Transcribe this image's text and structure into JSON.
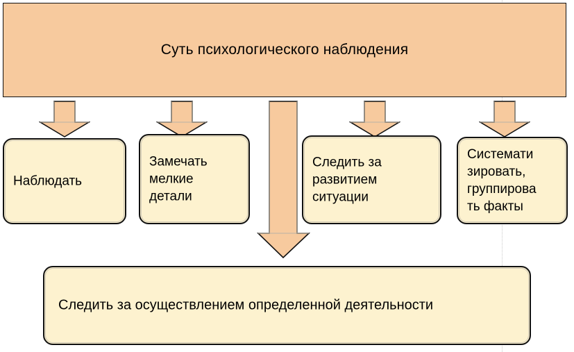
{
  "diagram": {
    "title": "Суть психологического наблюдения",
    "colors": {
      "header_fill": "#F7CA9E",
      "box_fill": "#FDF2CF",
      "arrow_fill": "#F7CA9E",
      "outline": "#111111",
      "inner_line": "#cfc8b6",
      "guide_line": "#c9c9c9",
      "text": "#000000"
    },
    "nodes": [
      {
        "id": "node-1",
        "label": "Наблюдать"
      },
      {
        "id": "node-2",
        "label": "Замечать\nмелкие\nдетали"
      },
      {
        "id": "node-3",
        "label": "Следить за\nразвитием\nситуации"
      },
      {
        "id": "node-4",
        "label": "Системати\nзировать,\nгруппирова\nть факты"
      }
    ],
    "bottom_node": {
      "id": "node-5",
      "label": "Следить за осуществлением определенной деятельности"
    },
    "arrows": [
      {
        "id": "arrow-to-node-1",
        "kind": "short-down-arrow"
      },
      {
        "id": "arrow-to-node-2",
        "kind": "short-down-arrow"
      },
      {
        "id": "arrow-to-bottom-node",
        "kind": "long-down-arrow"
      },
      {
        "id": "arrow-to-node-3",
        "kind": "short-down-arrow"
      },
      {
        "id": "arrow-to-node-4",
        "kind": "short-down-arrow"
      }
    ]
  }
}
